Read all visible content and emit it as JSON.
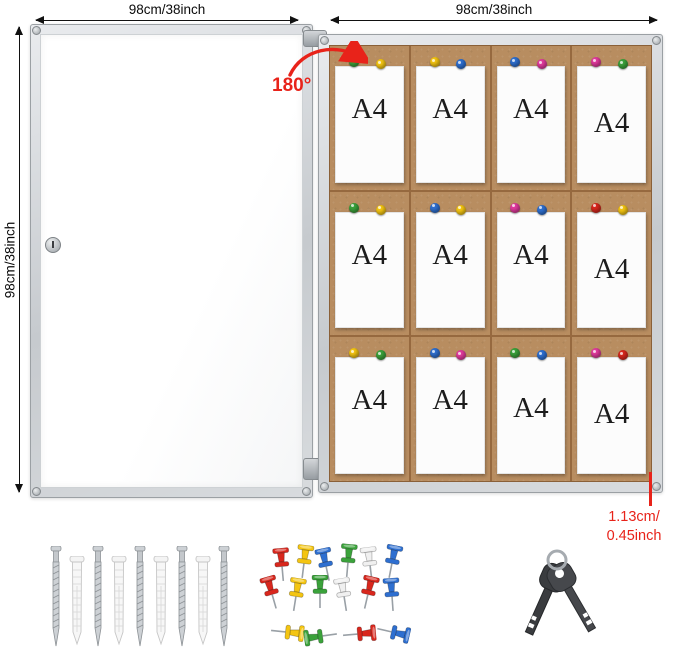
{
  "annotations": {
    "door_width_label": "98cm/38inch",
    "board_width_label": "98cm/38inch",
    "height_label": "98cm/38inch",
    "swing_angle_label": "180°",
    "frame_depth_line1": "1.13cm/",
    "frame_depth_line2": "0.45inch"
  },
  "board": {
    "paper_label": "A4",
    "rows": 3,
    "columns": 4,
    "pin_colors": [
      "#3ba23b",
      "#f4c512",
      "#f4c512",
      "#2e6fd0",
      "#2e6fd0",
      "#e23a9e",
      "#e23a9e",
      "#3ba23b",
      "#3ba23b",
      "#f4c512",
      "#2e6fd0",
      "#f4c512",
      "#e23a9e",
      "#2e6fd0",
      "#d8271d",
      "#f4c512",
      "#f4c512",
      "#3ba23b",
      "#2e6fd0",
      "#e23a9e",
      "#3ba23b",
      "#2e6fd0",
      "#e23a9e",
      "#d8271d"
    ]
  },
  "accessories": {
    "items": [
      "mounting-screws-and-wall-anchors",
      "push-pins",
      "keys"
    ],
    "screw_count": 5,
    "anchor_count": 4,
    "key_count": 2,
    "cluster_pin_colors": [
      "#d8271d",
      "#f4c512",
      "#2e6fd0",
      "#3ba23b",
      "#f0f0f0",
      "#2e6fd0",
      "#d8271d",
      "#f4c512",
      "#3ba23b",
      "#f0f0f0",
      "#d8271d",
      "#2e6fd0",
      "#f4c512",
      "#3ba23b",
      "#d8271d",
      "#2e6fd0"
    ]
  },
  "colors": {
    "accent_red": "#e8231a",
    "cork": "#b88d60",
    "frame_silver": "#cfd3d6",
    "paper_white": "#fcfcfc"
  }
}
